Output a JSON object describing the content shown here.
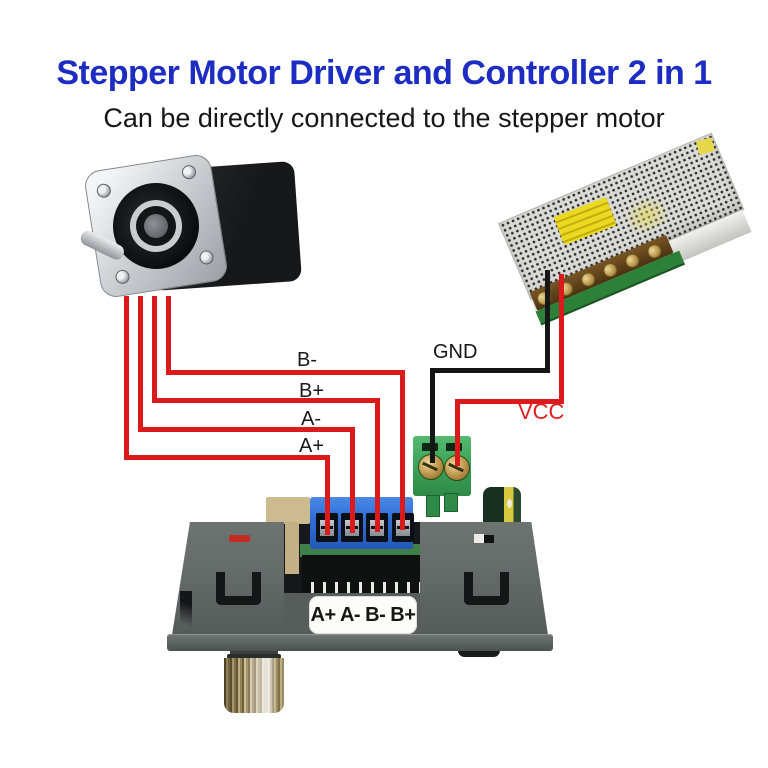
{
  "title": "Stepper Motor Driver and Controller 2 in 1",
  "subtitle": "Can be directly connected to the stepper motor",
  "photos": {
    "stepper_motor": "stepper-motor-photo",
    "power_supply": "power-supply-photo",
    "driver_controller": "driver-controller-photo"
  },
  "wiring": {
    "motor_wires": [
      {
        "id": "b-minus",
        "label": "B-",
        "color": "#db1b1b"
      },
      {
        "id": "b-plus",
        "label": "B+",
        "color": "#db1b1b"
      },
      {
        "id": "a-minus",
        "label": "A-",
        "color": "#db1b1b"
      },
      {
        "id": "a-plus",
        "label": "A+",
        "color": "#db1b1b"
      }
    ],
    "power_wires": [
      {
        "id": "gnd",
        "label": "GND",
        "color": "#161616"
      },
      {
        "id": "vcc",
        "label": "VCC",
        "color": "#db1b1b"
      }
    ]
  },
  "driver_panel": {
    "terminal_label": "A+ A- B- B+"
  },
  "colors": {
    "title_blue": "#1d2dc3",
    "text_black": "#161616",
    "wire_red": "#db1b1b",
    "wire_black": "#161616",
    "vcc_label_red": "#e01f1f",
    "case_gray": "#666c6a",
    "terminal_blue": "#2f6fd8",
    "terminal_green": "#3fa45c",
    "psu_silver": "#d9d9d5",
    "pcb_green": "#2c8038",
    "brass": "#c19440"
  }
}
